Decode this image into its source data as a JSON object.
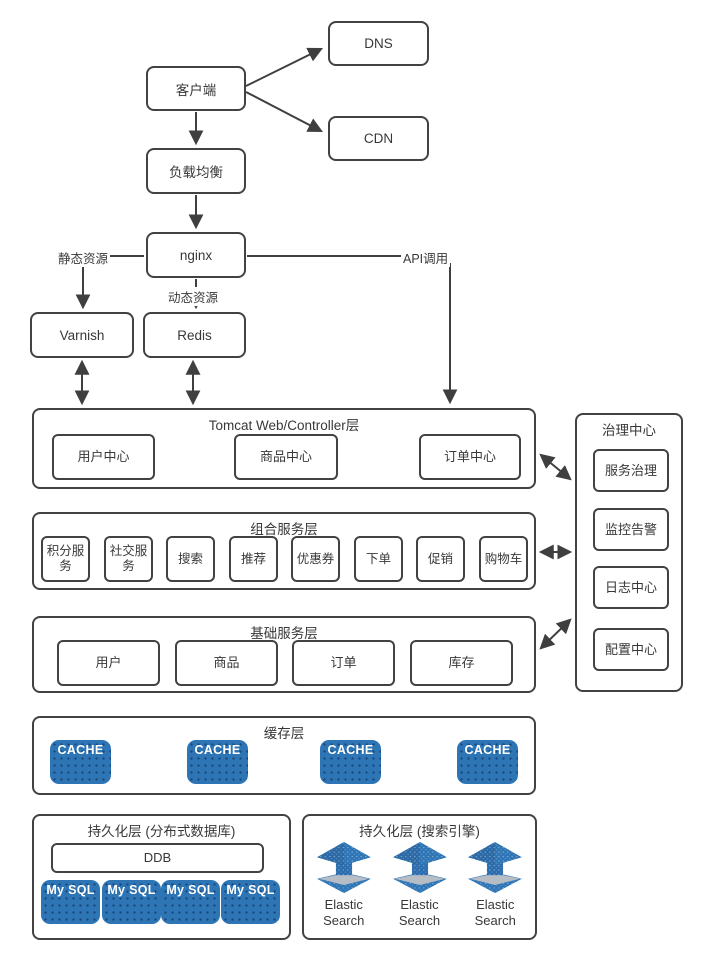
{
  "nodes": {
    "client": "客户端",
    "dns": "DNS",
    "cdn": "CDN",
    "load_balancer": "负载均衡",
    "nginx": "nginx",
    "varnish": "Varnish",
    "redis": "Redis"
  },
  "edge_labels": {
    "static_resources": "静态资源",
    "dynamic_resources": "动态资源",
    "api_call": "API调用"
  },
  "tomcat_layer": {
    "title": "Tomcat Web/Controller层",
    "items": [
      "用户中心",
      "商品中心",
      "订单中心"
    ]
  },
  "composite_layer": {
    "title": "组合服务层",
    "items": [
      "积分服务",
      "社交服务",
      "搜索",
      "推荐",
      "优惠券",
      "下单",
      "促销",
      "购物车"
    ]
  },
  "basic_layer": {
    "title": "基础服务层",
    "items": [
      "用户",
      "商品",
      "订单",
      "库存"
    ]
  },
  "cache_layer": {
    "title": "缓存层",
    "items": [
      "CACHE",
      "CACHE",
      "CACHE",
      "CACHE"
    ]
  },
  "persistence_db_layer": {
    "title": "持久化层 (分布式数据库)",
    "ddb": "DDB",
    "items": [
      "My SQL",
      "My SQL",
      "My SQL",
      "My SQL"
    ]
  },
  "persistence_search_layer": {
    "title": "持久化层 (搜索引擎)",
    "items": [
      "Elastic Search",
      "Elastic Search",
      "Elastic Search"
    ]
  },
  "governance": {
    "title": "治理中心",
    "items": [
      "服务治理",
      "监控告警",
      "日志中心",
      "配置中心"
    ]
  },
  "colors": {
    "box_border": "#424242",
    "line": "#3f3f3f",
    "accent_blue": "#2e75b6",
    "plate_gray": "#b6bdc5",
    "text": "#383838"
  }
}
